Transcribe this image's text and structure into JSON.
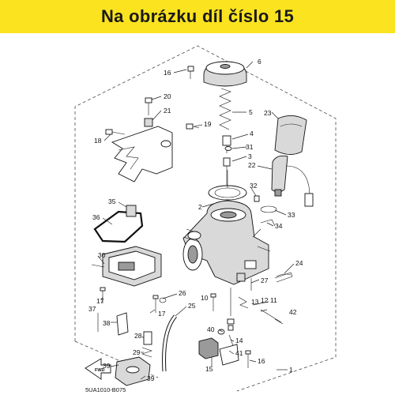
{
  "banner": {
    "text": "Na obrázku díl číslo 15",
    "color": "#fbe31f"
  },
  "diagram": {
    "code": "5UA1010-B075",
    "fwd": "FWD",
    "callouts": {
      "c1": "1",
      "c2": "2",
      "c3": "3",
      "c4": "4",
      "c5": "5",
      "c6": "6",
      "c10": "10",
      "c11": "11",
      "c12": "12",
      "c13": "13",
      "c14": "14",
      "c15": "15",
      "c16a": "16",
      "c16b": "16",
      "c17a": "17",
      "c17b": "17",
      "c18": "18",
      "c19": "19",
      "c20": "20",
      "c21": "21",
      "c22": "22",
      "c23": "23",
      "c24": "24",
      "c25": "25",
      "c26": "26",
      "c27": "27",
      "c28": "28",
      "c29": "29",
      "c30": "30",
      "c31": "31",
      "c32": "32",
      "c33": "33",
      "c34": "34",
      "c35": "35",
      "c36": "36",
      "c37": "37",
      "c38": "38",
      "c39a": "39",
      "c39b": "39",
      "c40": "40",
      "c41": "41",
      "c42": "42"
    }
  }
}
